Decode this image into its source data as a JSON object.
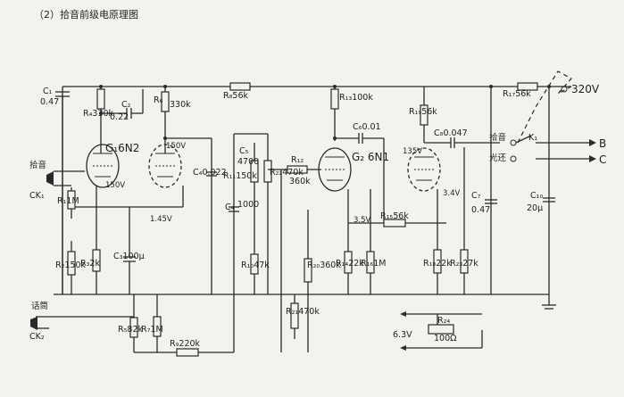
{
  "caption": "（2）拾音前级电原理图",
  "supply_voltage": "320V",
  "heater_voltage": "6.3V",
  "tubes": {
    "g1": {
      "name": "G₁6N2",
      "plate1_v": "150V",
      "plate2_v": "150V",
      "cathode_v": "1.45V"
    },
    "g2": {
      "name": "G₂ 6N1",
      "cathode_v": "3.5V",
      "plate2_v": "135V",
      "cathode2_v": "3.4V"
    }
  },
  "inputs": {
    "pickup": "拾音",
    "ck1": "CK₁",
    "mic": "话筒",
    "ck2": "CK₂"
  },
  "switch": {
    "name": "K₁",
    "pos1": "拾音",
    "pos2": "光还",
    "out_b": "B",
    "out_c": "C"
  },
  "components": {
    "c1": [
      "C₁",
      "0.47"
    ],
    "r4": "R₄330k",
    "c2": [
      "C₂",
      "0.22"
    ],
    "r6": [
      "R₆",
      "330k"
    ],
    "r8": "R₈56k",
    "r13": "R₁₃100k",
    "c6": "C₆0.01",
    "r19": "R₁₉56k",
    "c8": "C₈0.047",
    "r17": "R₁₇56k",
    "r1": "R₁1M",
    "r2": "R₂150k",
    "r3": "R₃2k",
    "c3": "C₃100μ",
    "r5": "R₅82k",
    "r7": "R₇1M",
    "r9": "R₉220k",
    "c4": "C₄0.022",
    "c5": [
      "C₅",
      "4700"
    ],
    "r11": "R₁₁150k",
    "c4b": [
      "C₄",
      "1000"
    ],
    "r22": "R₂₂470k",
    "r12": [
      "R₁₂",
      "360k"
    ],
    "r10": "R₁₀47k",
    "r20": "R₂₀360k",
    "r21": "R₂₁470k",
    "r14": "R₁₄22k",
    "r16": "R₁₆1M",
    "r15": "R₁₅56k",
    "r18": "R₁₈22k",
    "r23": "R₂₃27k",
    "c7": [
      "C₇",
      "0.47"
    ],
    "c10": [
      "C₁₀",
      "20μ"
    ],
    "r24": [
      "R₂₄",
      "100Ω"
    ]
  },
  "icons": [
    "tube-triode-icon",
    "jack-icon",
    "switch-icon",
    "ground-icon"
  ]
}
